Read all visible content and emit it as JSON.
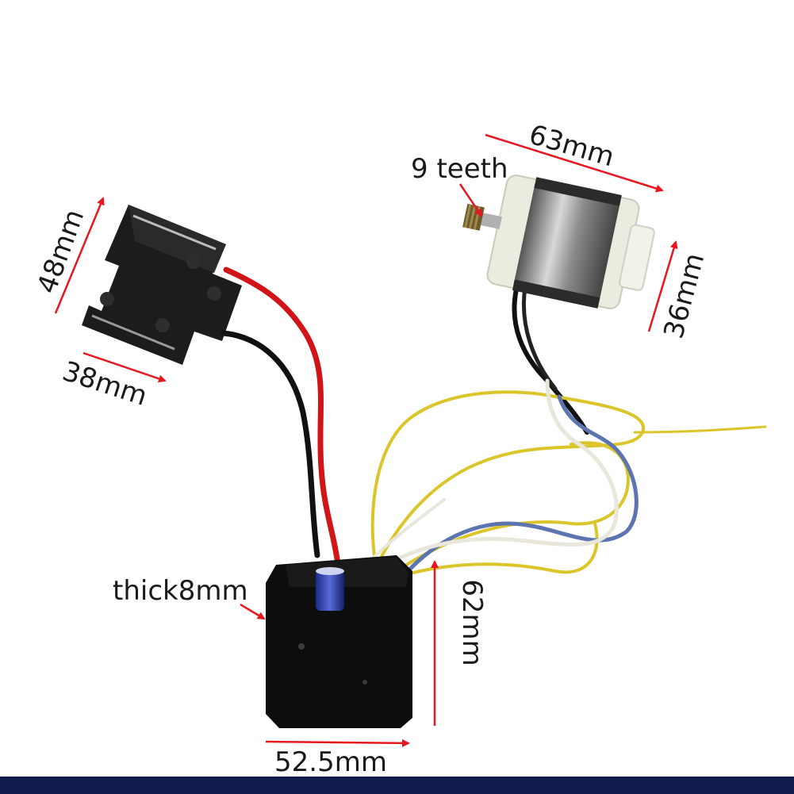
{
  "labels": {
    "switch_height": "48mm",
    "switch_width": "38mm",
    "motor_length": "63mm",
    "motor_teeth": "9 teeth",
    "motor_diameter": "36mm",
    "board_thickness": "thick8mm",
    "board_height": "62mm",
    "board_width": "52.5mm"
  },
  "colors": {
    "background": "#ffffff",
    "arrow": "#e8161f",
    "text": "#1a1a1a",
    "bottom_band": "#0f1c4d",
    "red_wire": "#d01418",
    "black_wire": "#111111",
    "yellow_wire": "#dcc52a",
    "blue_wire": "#5c74b0",
    "white_wire": "#e9e6dc",
    "potting": "#0d0d0d"
  },
  "icons": [
    "switch-module-icon",
    "dc-motor-icon",
    "controller-board-icon",
    "measurement-arrow-icon"
  ]
}
